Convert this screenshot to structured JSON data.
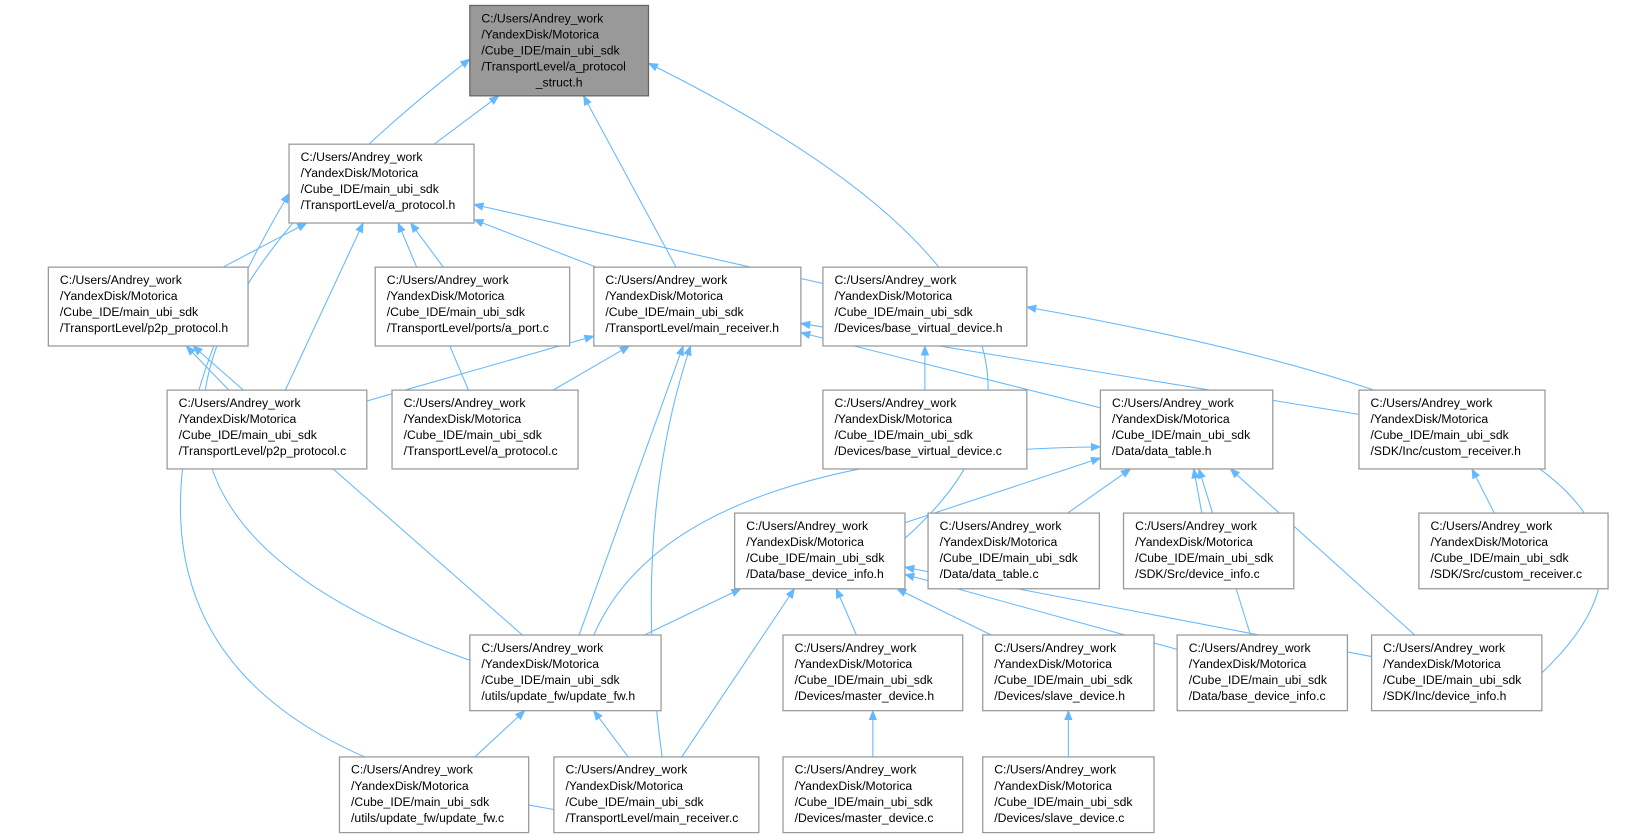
{
  "graph": {
    "title": "Include dependency graph for a_protocol_struct.h",
    "colors": {
      "edge": "#63b8ff",
      "root_fill": "#999999",
      "node_border": "#999999"
    },
    "nodes": [
      {
        "id": "root",
        "root": true,
        "lines": [
          "C:/Users/Andrey_work",
          "/YandexDisk/Motorica",
          "/Cube_IDE/main_ubi_sdk",
          "/TransportLevel/a_protocol",
          "_struct.h"
        ]
      },
      {
        "id": "a_protocol_h",
        "lines": [
          "C:/Users/Andrey_work",
          "/YandexDisk/Motorica",
          "/Cube_IDE/main_ubi_sdk",
          "/TransportLevel/a_protocol.h"
        ]
      },
      {
        "id": "p2p_protocol_h",
        "lines": [
          "C:/Users/Andrey_work",
          "/YandexDisk/Motorica",
          "/Cube_IDE/main_ubi_sdk",
          "/TransportLevel/p2p_protocol.h"
        ]
      },
      {
        "id": "a_port_c",
        "lines": [
          "C:/Users/Andrey_work",
          "/YandexDisk/Motorica",
          "/Cube_IDE/main_ubi_sdk",
          "/TransportLevel/ports/a_port.c"
        ]
      },
      {
        "id": "main_receiver_h",
        "lines": [
          "C:/Users/Andrey_work",
          "/YandexDisk/Motorica",
          "/Cube_IDE/main_ubi_sdk",
          "/TransportLevel/main_receiver.h"
        ]
      },
      {
        "id": "base_virtual_device_h",
        "lines": [
          "C:/Users/Andrey_work",
          "/YandexDisk/Motorica",
          "/Cube_IDE/main_ubi_sdk",
          "/Devices/base_virtual_device.h"
        ]
      },
      {
        "id": "p2p_protocol_c",
        "lines": [
          "C:/Users/Andrey_work",
          "/YandexDisk/Motorica",
          "/Cube_IDE/main_ubi_sdk",
          "/TransportLevel/p2p_protocol.c"
        ]
      },
      {
        "id": "a_protocol_c",
        "lines": [
          "C:/Users/Andrey_work",
          "/YandexDisk/Motorica",
          "/Cube_IDE/main_ubi_sdk",
          "/TransportLevel/a_protocol.c"
        ]
      },
      {
        "id": "base_virtual_device_c",
        "lines": [
          "C:/Users/Andrey_work",
          "/YandexDisk/Motorica",
          "/Cube_IDE/main_ubi_sdk",
          "/Devices/base_virtual_device.c"
        ]
      },
      {
        "id": "data_table_h",
        "lines": [
          "C:/Users/Andrey_work",
          "/YandexDisk/Motorica",
          "/Cube_IDE/main_ubi_sdk",
          "/Data/data_table.h"
        ]
      },
      {
        "id": "custom_receiver_h",
        "lines": [
          "C:/Users/Andrey_work",
          "/YandexDisk/Motorica",
          "/Cube_IDE/main_ubi_sdk",
          "/SDK/Inc/custom_receiver.h"
        ]
      },
      {
        "id": "base_device_info_h",
        "lines": [
          "C:/Users/Andrey_work",
          "/YandexDisk/Motorica",
          "/Cube_IDE/main_ubi_sdk",
          "/Data/base_device_info.h"
        ]
      },
      {
        "id": "data_table_c",
        "lines": [
          "C:/Users/Andrey_work",
          "/YandexDisk/Motorica",
          "/Cube_IDE/main_ubi_sdk",
          "/Data/data_table.c"
        ]
      },
      {
        "id": "device_info_c",
        "lines": [
          "C:/Users/Andrey_work",
          "/YandexDisk/Motorica",
          "/Cube_IDE/main_ubi_sdk",
          "/SDK/Src/device_info.c"
        ]
      },
      {
        "id": "custom_receiver_c",
        "lines": [
          "C:/Users/Andrey_work",
          "/YandexDisk/Motorica",
          "/Cube_IDE/main_ubi_sdk",
          "/SDK/Src/custom_receiver.c"
        ]
      },
      {
        "id": "update_fw_h",
        "lines": [
          "C:/Users/Andrey_work",
          "/YandexDisk/Motorica",
          "/Cube_IDE/main_ubi_sdk",
          "/utils/update_fw/update_fw.h"
        ]
      },
      {
        "id": "master_device_h",
        "lines": [
          "C:/Users/Andrey_work",
          "/YandexDisk/Motorica",
          "/Cube_IDE/main_ubi_sdk",
          "/Devices/master_device.h"
        ]
      },
      {
        "id": "slave_device_h",
        "lines": [
          "C:/Users/Andrey_work",
          "/YandexDisk/Motorica",
          "/Cube_IDE/main_ubi_sdk",
          "/Devices/slave_device.h"
        ]
      },
      {
        "id": "base_device_info_c",
        "lines": [
          "C:/Users/Andrey_work",
          "/YandexDisk/Motorica",
          "/Cube_IDE/main_ubi_sdk",
          "/Data/base_device_info.c"
        ]
      },
      {
        "id": "device_info_h",
        "lines": [
          "C:/Users/Andrey_work",
          "/YandexDisk/Motorica",
          "/Cube_IDE/main_ubi_sdk",
          "/SDK/Inc/device_info.h"
        ]
      },
      {
        "id": "update_fw_c",
        "lines": [
          "C:/Users/Andrey_work",
          "/YandexDisk/Motorica",
          "/Cube_IDE/main_ubi_sdk",
          "/utils/update_fw/update_fw.c"
        ]
      },
      {
        "id": "main_receiver_c",
        "lines": [
          "C:/Users/Andrey_work",
          "/YandexDisk/Motorica",
          "/Cube_IDE/main_ubi_sdk",
          "/TransportLevel/main_receiver.c"
        ]
      },
      {
        "id": "master_device_c",
        "lines": [
          "C:/Users/Andrey_work",
          "/YandexDisk/Motorica",
          "/Cube_IDE/main_ubi_sdk",
          "/Devices/master_device.c"
        ]
      },
      {
        "id": "slave_device_c",
        "lines": [
          "C:/Users/Andrey_work",
          "/YandexDisk/Motorica",
          "/Cube_IDE/main_ubi_sdk",
          "/Devices/slave_device.c"
        ]
      }
    ],
    "edges": [
      {
        "from": "a_protocol_h",
        "to": "root"
      },
      {
        "from": "main_receiver_h",
        "to": "root"
      },
      {
        "from": "update_fw_h",
        "to": "root"
      },
      {
        "from": "base_device_info_h",
        "to": "root"
      },
      {
        "from": "p2p_protocol_h",
        "to": "a_protocol_h"
      },
      {
        "from": "a_port_c",
        "to": "a_protocol_h"
      },
      {
        "from": "main_receiver_h",
        "to": "a_protocol_h"
      },
      {
        "from": "base_virtual_device_h",
        "to": "a_protocol_h"
      },
      {
        "from": "p2p_protocol_c",
        "to": "a_protocol_h"
      },
      {
        "from": "a_protocol_c",
        "to": "a_protocol_h"
      },
      {
        "from": "main_receiver_c",
        "to": "a_protocol_h"
      },
      {
        "from": "p2p_protocol_c",
        "to": "p2p_protocol_h"
      },
      {
        "from": "update_fw_h",
        "to": "p2p_protocol_h"
      },
      {
        "from": "p2p_protocol_c",
        "to": "main_receiver_h"
      },
      {
        "from": "a_protocol_c",
        "to": "main_receiver_h"
      },
      {
        "from": "update_fw_h",
        "to": "main_receiver_h"
      },
      {
        "from": "main_receiver_c",
        "to": "main_receiver_h"
      },
      {
        "from": "data_table_h",
        "to": "main_receiver_h"
      },
      {
        "from": "custom_receiver_h",
        "to": "main_receiver_h"
      },
      {
        "from": "base_virtual_device_c",
        "to": "base_virtual_device_h"
      },
      {
        "from": "device_info_h",
        "to": "base_virtual_device_h"
      },
      {
        "from": "base_device_info_h",
        "to": "data_table_h"
      },
      {
        "from": "update_fw_h",
        "to": "data_table_h"
      },
      {
        "from": "data_table_c",
        "to": "data_table_h"
      },
      {
        "from": "device_info_c",
        "to": "data_table_h"
      },
      {
        "from": "base_device_info_c",
        "to": "data_table_h"
      },
      {
        "from": "device_info_h",
        "to": "data_table_h"
      },
      {
        "from": "custom_receiver_c",
        "to": "custom_receiver_h"
      },
      {
        "from": "update_fw_h",
        "to": "base_device_info_h"
      },
      {
        "from": "main_receiver_c",
        "to": "base_device_info_h"
      },
      {
        "from": "master_device_h",
        "to": "base_device_info_h"
      },
      {
        "from": "slave_device_h",
        "to": "base_device_info_h"
      },
      {
        "from": "base_device_info_c",
        "to": "base_device_info_h"
      },
      {
        "from": "device_info_h",
        "to": "base_device_info_h"
      },
      {
        "from": "update_fw_c",
        "to": "update_fw_h"
      },
      {
        "from": "main_receiver_c",
        "to": "update_fw_h"
      },
      {
        "from": "master_device_c",
        "to": "master_device_h"
      },
      {
        "from": "slave_device_c",
        "to": "slave_device_h"
      }
    ]
  }
}
